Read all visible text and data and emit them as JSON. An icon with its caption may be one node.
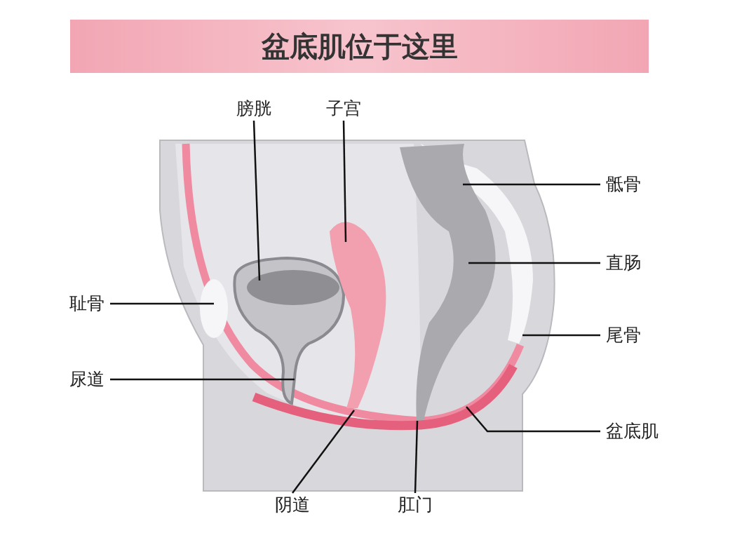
{
  "diagram": {
    "title": "盆底肌位于这里",
    "nodes": [
      {
        "text": [
          "膀胱"
        ]
      },
      {
        "text": [
          "子宫"
        ]
      },
      {
        "text": [
          "骶骨"
        ]
      },
      {
        "text": [
          "直肠"
        ]
      },
      {
        "text": [
          "耻骨"
        ]
      },
      {
        "text": [
          "尾骨"
        ]
      },
      {
        "text": [
          "尿道"
        ]
      },
      {
        "text": [
          "盆底肌"
        ]
      },
      {
        "text": [
          "阴道"
        ]
      },
      {
        "text": [
          "肛门"
        ]
      }
    ],
    "edges": [
      {
        "from": 0,
        "to": null,
        "arrow": "none"
      },
      {
        "from": 1,
        "to": null,
        "arrow": "none"
      },
      {
        "from": 2,
        "to": null,
        "arrow": "none"
      },
      {
        "from": 3,
        "to": null,
        "arrow": "none"
      },
      {
        "from": 4,
        "to": null,
        "arrow": "none"
      },
      {
        "from": 5,
        "to": null,
        "arrow": "none"
      },
      {
        "from": 6,
        "to": null,
        "arrow": "none"
      },
      {
        "from": 7,
        "to": null,
        "arrow": "none"
      },
      {
        "from": 8,
        "to": null,
        "arrow": "none"
      },
      {
        "from": 9,
        "to": null,
        "arrow": "none"
      }
    ]
  }
}
